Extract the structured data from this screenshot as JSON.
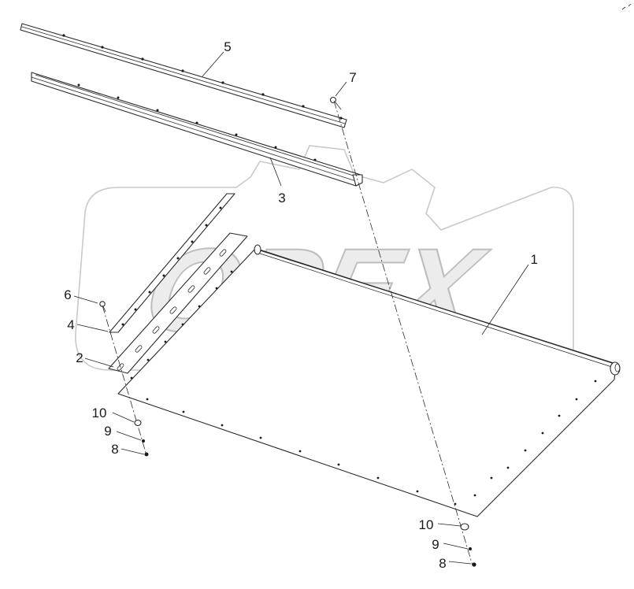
{
  "diagram": {
    "watermark_text": "OPEX",
    "callouts": [
      {
        "id": "callout-1",
        "label": "1"
      },
      {
        "id": "callout-2",
        "label": "2"
      },
      {
        "id": "callout-3",
        "label": "3"
      },
      {
        "id": "callout-4",
        "label": "4"
      },
      {
        "id": "callout-5",
        "label": "5"
      },
      {
        "id": "callout-6",
        "label": "6"
      },
      {
        "id": "callout-7",
        "label": "7"
      },
      {
        "id": "callout-8a",
        "label": "8"
      },
      {
        "id": "callout-9a",
        "label": "9"
      },
      {
        "id": "callout-10a",
        "label": "10"
      },
      {
        "id": "callout-8b",
        "label": "8"
      },
      {
        "id": "callout-9b",
        "label": "9"
      },
      {
        "id": "callout-10b",
        "label": "10"
      }
    ]
  }
}
